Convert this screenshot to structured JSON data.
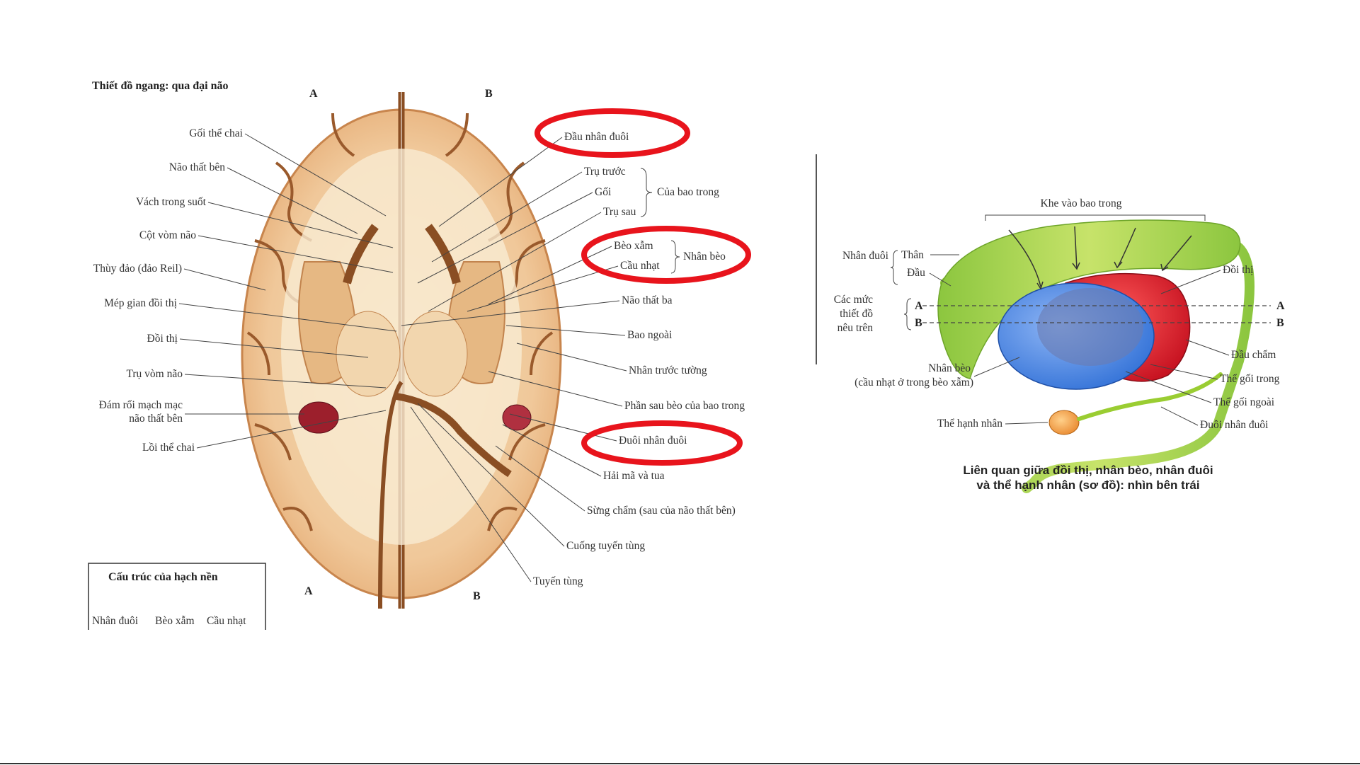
{
  "left_figure": {
    "title": "Thiết đồ ngang: qua đại não",
    "cut_marks": {
      "top_a": "A",
      "top_b": "B",
      "bottom_a": "A",
      "bottom_b": "B"
    },
    "labels_left": [
      "Gối thể chai",
      "Não thất bên",
      "Vách trong suốt",
      "Cột vòm não",
      "Thùy đảo (đảo Reil)",
      "Mép gian đồi thị",
      "Đồi thị",
      "Trụ vòm não",
      "Đám rối mạch mạc",
      "não thất bên",
      "Lồi thể chai"
    ],
    "labels_right": {
      "caudate_head": "Đầu nhân đuôi",
      "anterior_limb": "Trụ trước",
      "genu": "Gối",
      "posterior_limb": "Trụ sau",
      "internal_capsule": "Của bao trong",
      "putamen": "Bèo xẫm",
      "globus_pallidus": "Cầu nhạt",
      "lentiform": "Nhân bèo",
      "third_ventricle": "Não thất ba",
      "external_capsule": "Bao ngoài",
      "claustrum": "Nhân trước tường",
      "retrolentiform": "Phần sau bèo của bao trong",
      "caudate_tail": "Đuôi nhân đuôi",
      "hippocampus": "Hải mã và tua",
      "occipital_horn": "Sừng chẩm (sau của não thất bên)",
      "pineal_stalk": "Cuống tuyến tùng",
      "pineal": "Tuyến tùng"
    },
    "legend_box": {
      "title": "Cấu trúc của hạch nền",
      "items": [
        "Nhân đuôi",
        "Bèo xẫm",
        "Cầu nhạt"
      ]
    },
    "highlight_color": "#e8141c"
  },
  "right_figure": {
    "top_label": "Khe vào bao trong",
    "caudate": "Nhân đuôi",
    "body": "Thân",
    "head": "Đầu",
    "thalamus": "Đồi thị",
    "levels_1": "Các mức",
    "levels_2": "thiết đồ",
    "levels_3": "nêu trên",
    "level_a": "A",
    "level_b": "B",
    "pulvinar": "Đầu chẩm",
    "lentiform_1": "Nhân bèo",
    "lentiform_2": "(cầu nhạt ở trong bèo xẫm)",
    "medial_geniculate": "Thể gối trong",
    "lateral_geniculate": "Thể gối ngoài",
    "amygdala": "Thể hạnh nhân",
    "caudate_tail": "Đuôi nhân đuôi",
    "caption_1": "Liên quan giữa đồi thị, nhân bèo, nhân đuôi",
    "caption_2": "và thể hạnh nhân (sơ đồ): nhìn bên trái",
    "colors": {
      "caudate": "#9acd32",
      "lentiform": "#4f8fe0",
      "thalamus": "#e21b2c",
      "amygdala": "#f0a040"
    }
  }
}
